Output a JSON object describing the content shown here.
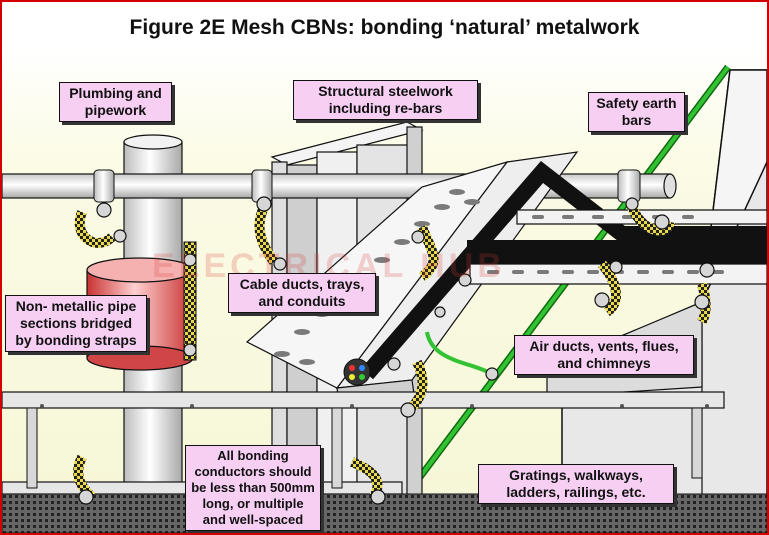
{
  "title": "Figure 2E   Mesh CBNs: bonding ‘natural’ metalwork",
  "watermark": "ELECTRICAL HUB",
  "callouts": {
    "plumbing": [
      "Plumbing and",
      "pipework"
    ],
    "steelwork": [
      "Structural steelwork",
      "including re-bars"
    ],
    "safety_earth": [
      "Safety earth",
      "bars"
    ],
    "cable_ducts": [
      "Cable ducts, trays,",
      "and conduits"
    ],
    "non_metallic": [
      "Non- metallic pipe",
      "sections bridged",
      "by bonding straps"
    ],
    "air_ducts": [
      "Air ducts, vents, flues,",
      "and chimneys"
    ],
    "bonding_conductors": [
      "All bonding",
      "conductors should",
      "be less than 500mm",
      "long, or multiple",
      "and well-spaced"
    ],
    "gratings": [
      "Gratings, walkways,",
      "ladders, railings, etc."
    ]
  },
  "colors": {
    "frame_border": "#d40000",
    "callout_bg": "#f6cff3",
    "steel": "#e6e6e6",
    "earth_bar": "#22aa22",
    "bond_strap": "#e8d84a",
    "insulator": "#e8585a",
    "cable": "#111111"
  }
}
